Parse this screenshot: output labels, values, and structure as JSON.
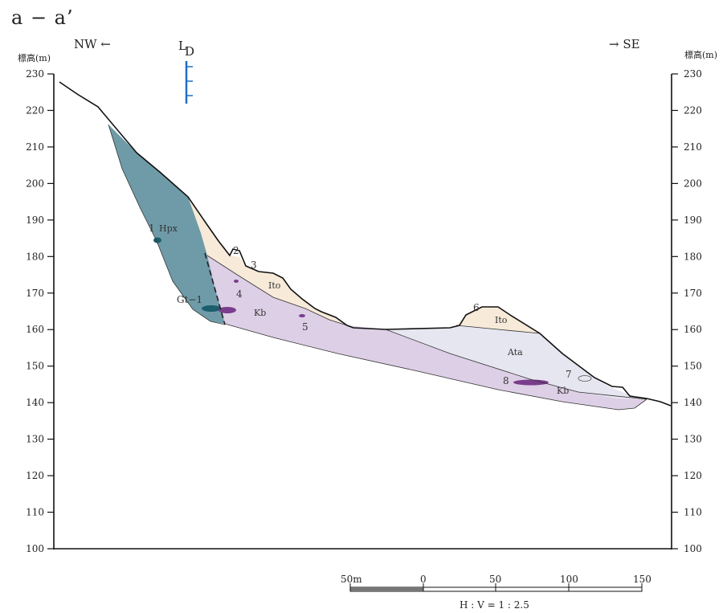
{
  "title": "a − a’",
  "direction_left": "NW ←",
  "direction_right": "→ SE",
  "axis_unit_left": "標高(m)",
  "axis_unit_right": "標高(m)",
  "borehole_label": "L",
  "borehole_sub": "D",
  "elevation_ticks": [
    "100",
    "110",
    "120",
    "130",
    "140",
    "150",
    "160",
    "170",
    "180",
    "190",
    "200",
    "210",
    "220",
    "230"
  ],
  "units": {
    "hpx": "Hpx",
    "ito_1": "Ito",
    "ito_2": "Ito",
    "kb_1": "Kb",
    "kb_2": "Kb",
    "ata": "Ata",
    "gt": "Gt−1"
  },
  "markers": [
    "1",
    "2",
    "3",
    "4",
    "5",
    "6",
    "7",
    "8"
  ],
  "scale": {
    "ticks": [
      "50m",
      "0",
      "50",
      "100",
      "150"
    ],
    "ratio": "H : V = 1 : 2.5"
  },
  "colors": {
    "hpx": "#6f9ba8",
    "ito": "#f7ead8",
    "kb": "#ddcfe6",
    "ata": "#e6e6f1",
    "borehole": "#1d6fc4",
    "lens_dark": "#1b5e6e",
    "lens_purple": "#7a3c8c"
  }
}
